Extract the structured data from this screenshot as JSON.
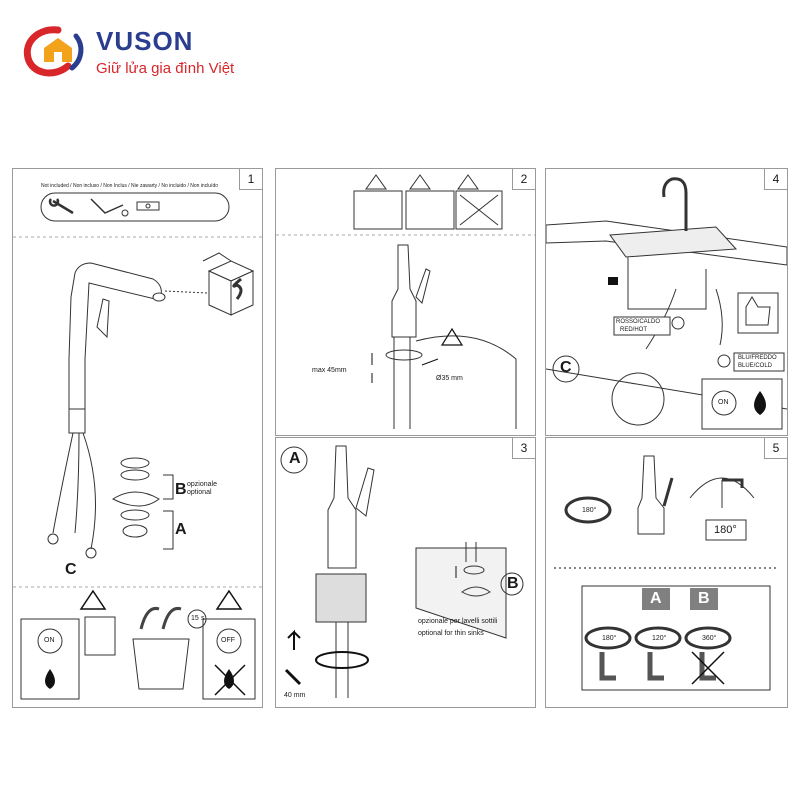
{
  "brand": {
    "name": "VUSON",
    "slogan": "Giữ lửa gia đình Việt",
    "colors": {
      "primary": "#2a3d8f",
      "accent": "#d8262b"
    }
  },
  "panels": {
    "p1": {
      "number": "1",
      "not_included": "Not included / Non incluso / Non Inclus / Nie zawarty / No incluido / Non incluído",
      "label_b": "B",
      "label_b_note1": "opzionale",
      "label_b_note2": "optional",
      "label_a": "A",
      "label_c": "C",
      "on": "ON",
      "off": "OFF",
      "timer": "15",
      "timer_unit": "s"
    },
    "p2": {
      "number": "2",
      "max_height": "max 45mm",
      "diameter": "Ø35 mm"
    },
    "p3": {
      "number": "3",
      "label_a": "A",
      "label_b": "B",
      "optional_it": "opzionale per lavelli sottili",
      "optional_en": "optional for thin sinks",
      "wrench_size": "40 mm"
    },
    "p4": {
      "number": "4",
      "hot_label1": "ROSSO/CALDO",
      "hot_label2": "RED/HOT",
      "cold_label1": "BLU/FREDDO",
      "cold_label2": "BLUE/COLD",
      "label_c": "C",
      "on": "ON"
    },
    "p5": {
      "number": "5",
      "rot_180_a": "180°",
      "rot_180_b": "180°",
      "label_a": "A",
      "label_b": "B",
      "rot_180_c": "180°",
      "rot_120": "120°",
      "rot_360": "360°"
    }
  }
}
